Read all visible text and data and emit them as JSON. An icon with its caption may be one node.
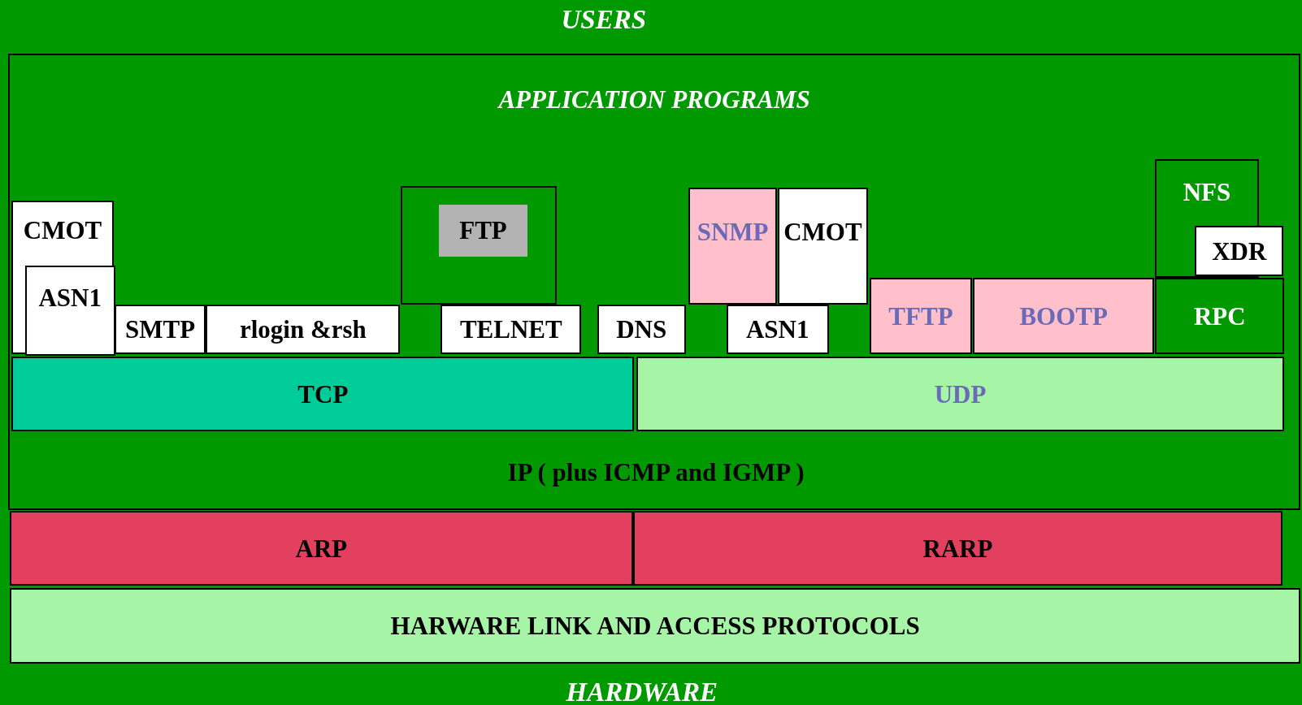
{
  "diagram": {
    "nodes": [
      {
        "text": [
          "APPLICATION PROGRAMS"
        ]
      },
      {
        "text": [
          "CMOT"
        ],
        "in": 0
      },
      {
        "text": [
          "ASN1"
        ],
        "in": 1
      },
      {
        "text": [
          "SMTP"
        ],
        "in": 0
      },
      {
        "text": [
          "rlogin &rsh"
        ],
        "in": 0
      },
      {
        "text": [],
        "shape": "box",
        "in": 0
      },
      {
        "text": [
          "FTP"
        ],
        "in": 5
      },
      {
        "text": [
          "TELNET"
        ],
        "in": 0
      },
      {
        "text": [
          "DNS"
        ],
        "in": 0
      },
      {
        "text": [
          "SNMP"
        ],
        "in": 0
      },
      {
        "text": [
          "CMOT"
        ],
        "in": 0
      },
      {
        "text": [
          "ASN1"
        ],
        "in": 0
      },
      {
        "text": [
          "TFTP"
        ],
        "in": 0
      },
      {
        "text": [
          "BOOTP"
        ],
        "in": 0
      },
      {
        "text": [
          "NFS"
        ],
        "in": 0
      },
      {
        "text": [
          "XDR"
        ],
        "in": 0
      },
      {
        "text": [
          "RPC"
        ],
        "in": 0
      },
      {
        "text": [
          "TCP"
        ],
        "in": 0
      },
      {
        "text": [
          "UDP"
        ],
        "in": 0
      },
      {
        "text": [
          "IP ( plus ICMP and IGMP )"
        ],
        "in": 0
      },
      {
        "text": [
          "ARP"
        ]
      },
      {
        "text": [
          "RARP"
        ]
      },
      {
        "text": [
          "HARWARE LINK AND ACCESS PROTOCOLS"
        ]
      }
    ],
    "labels": [
      "USERS",
      "HARDWARE"
    ]
  }
}
